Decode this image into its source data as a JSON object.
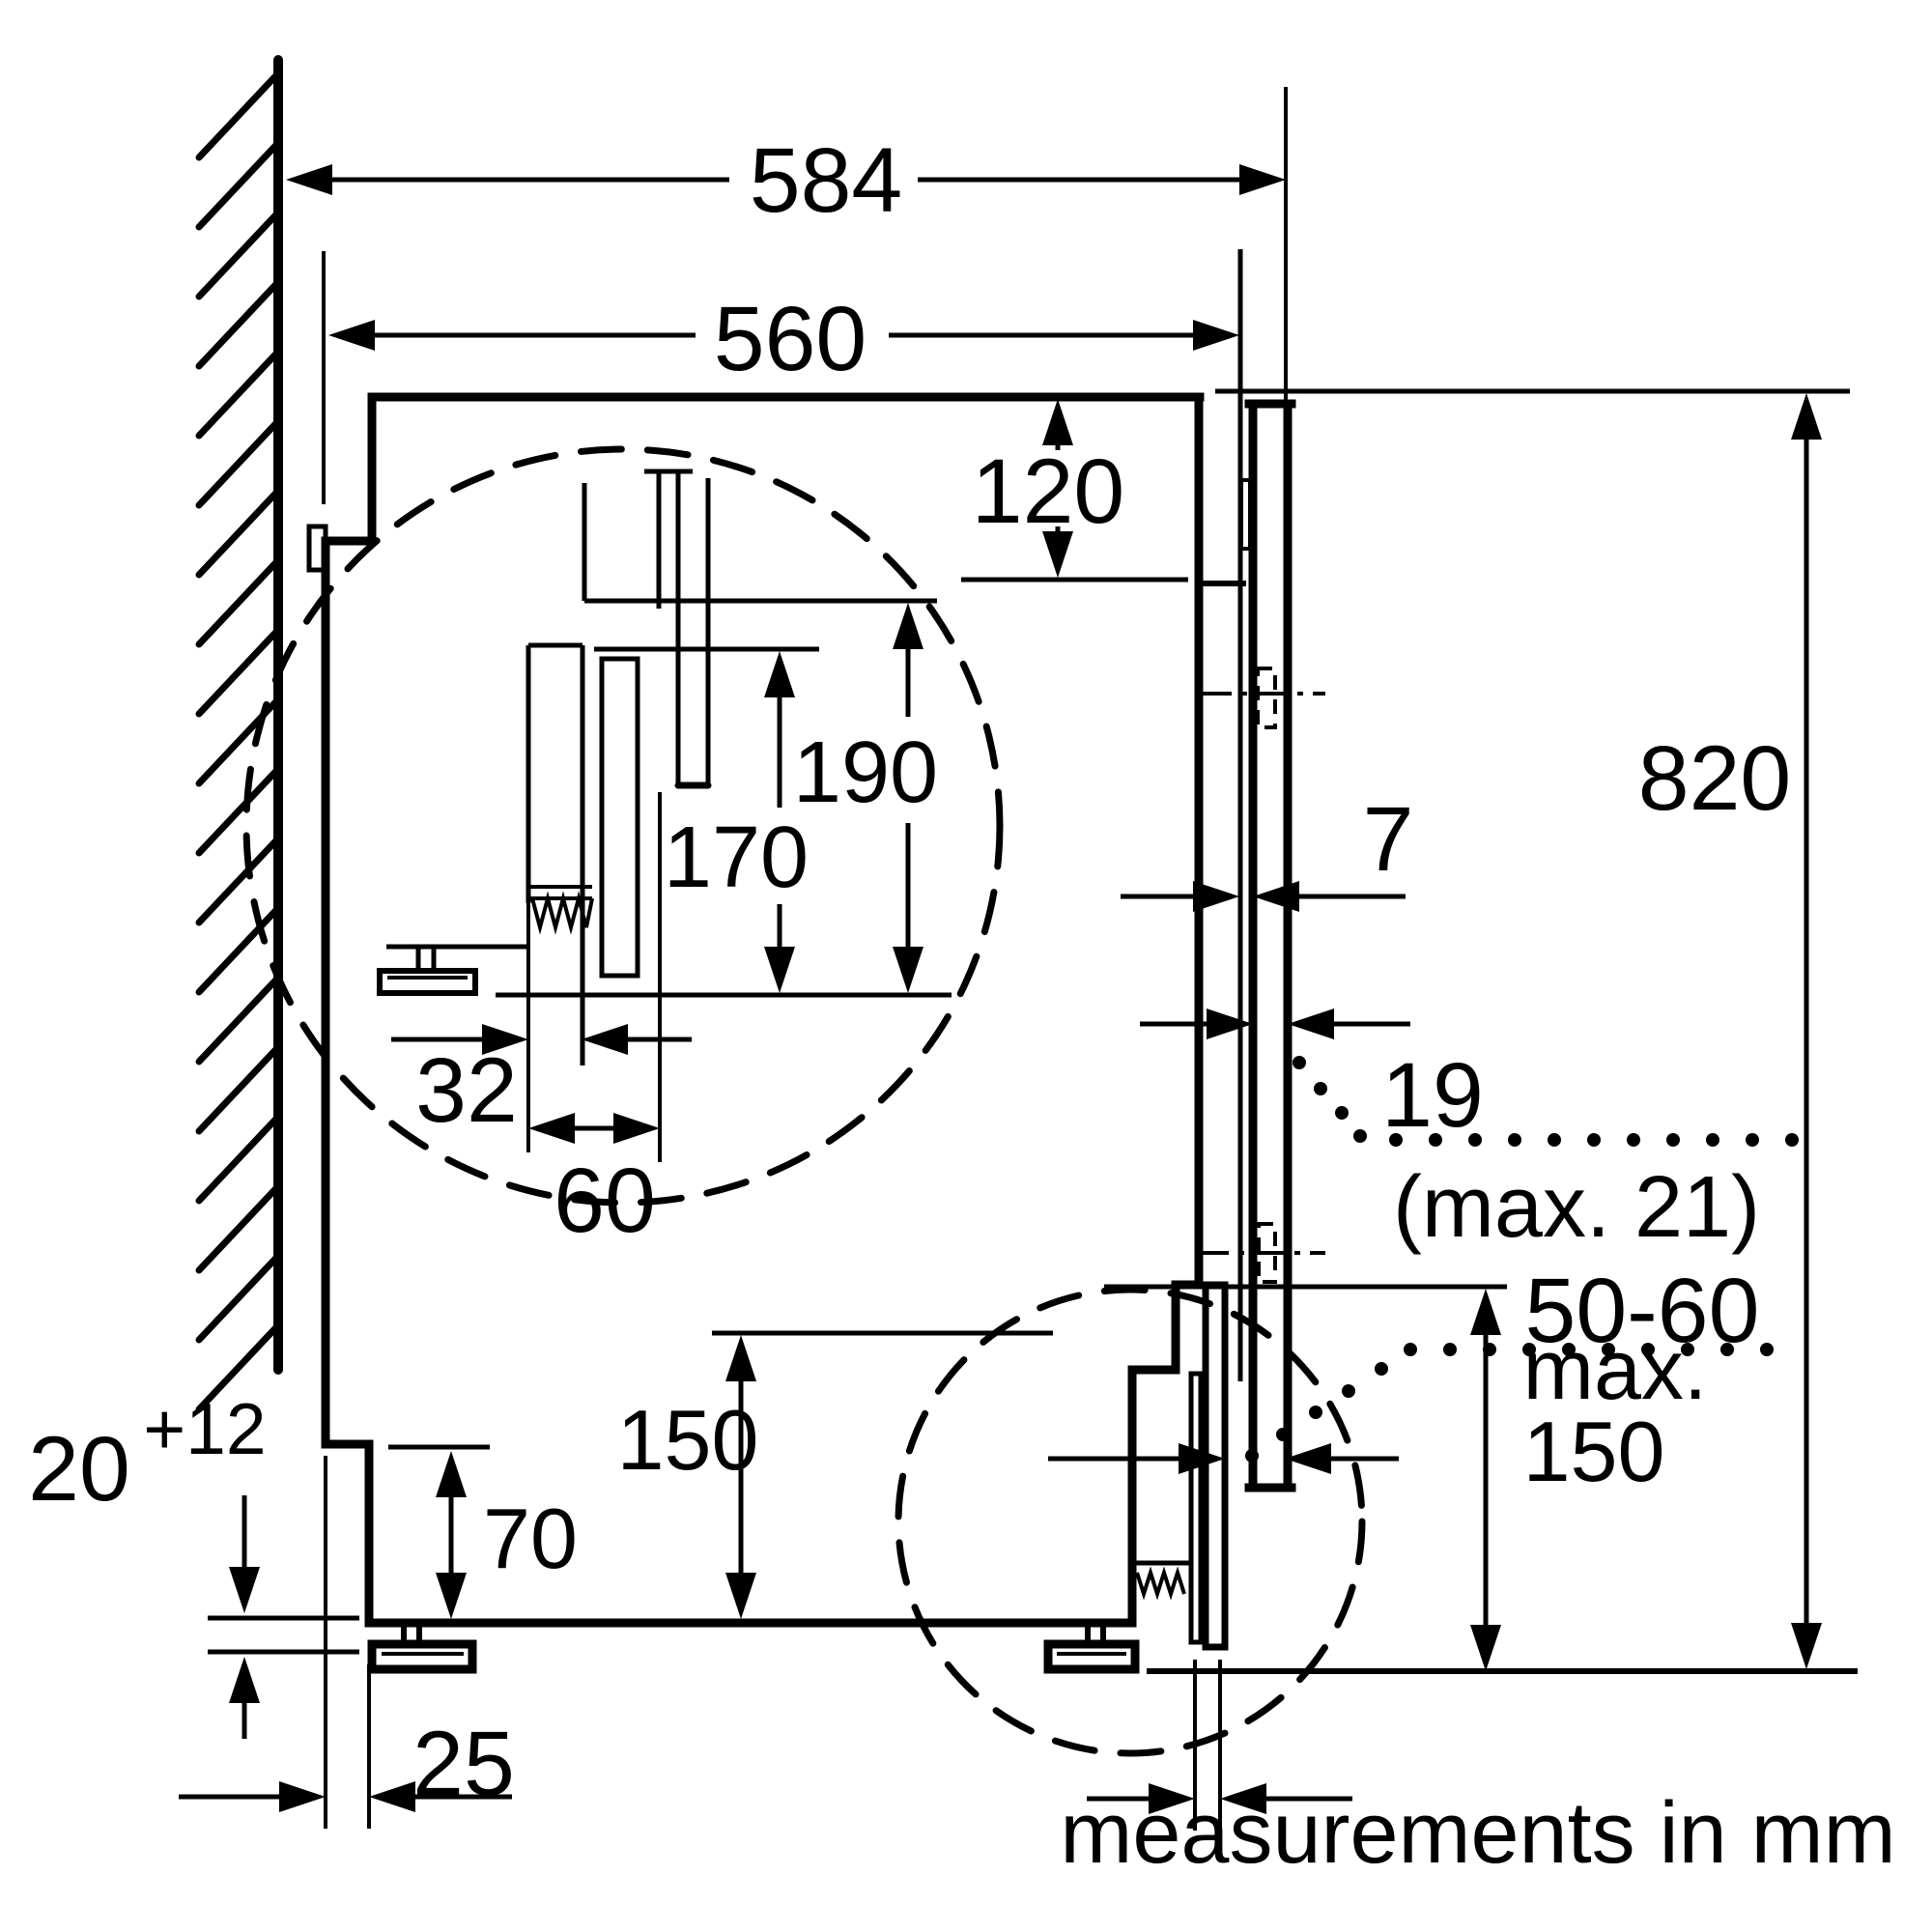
{
  "title": "Built-in washing machine installation diagram (side section view)",
  "units_note": "measurements in mm",
  "dimensions": {
    "overall_depth": "584",
    "niche_depth": "560",
    "top_recess_height": "120",
    "rear_clearance_outer": "190",
    "rear_clearance_inner": "170",
    "door_gap": "7",
    "overall_height": "820",
    "door_thickness": "19",
    "door_thickness_max": "(max. 21)",
    "plinth_recess_depth": "50-60",
    "plinth_clearance_height": "150",
    "plinth_max_prefix": "max.",
    "plinth_max_height": "150",
    "hose_offset": "32",
    "hose_spacing": "60",
    "rear_bottom_recess_height": "70",
    "floor_tolerance_base": "20",
    "floor_tolerance_plus": "+12",
    "rear_bottom_offset": "25"
  }
}
